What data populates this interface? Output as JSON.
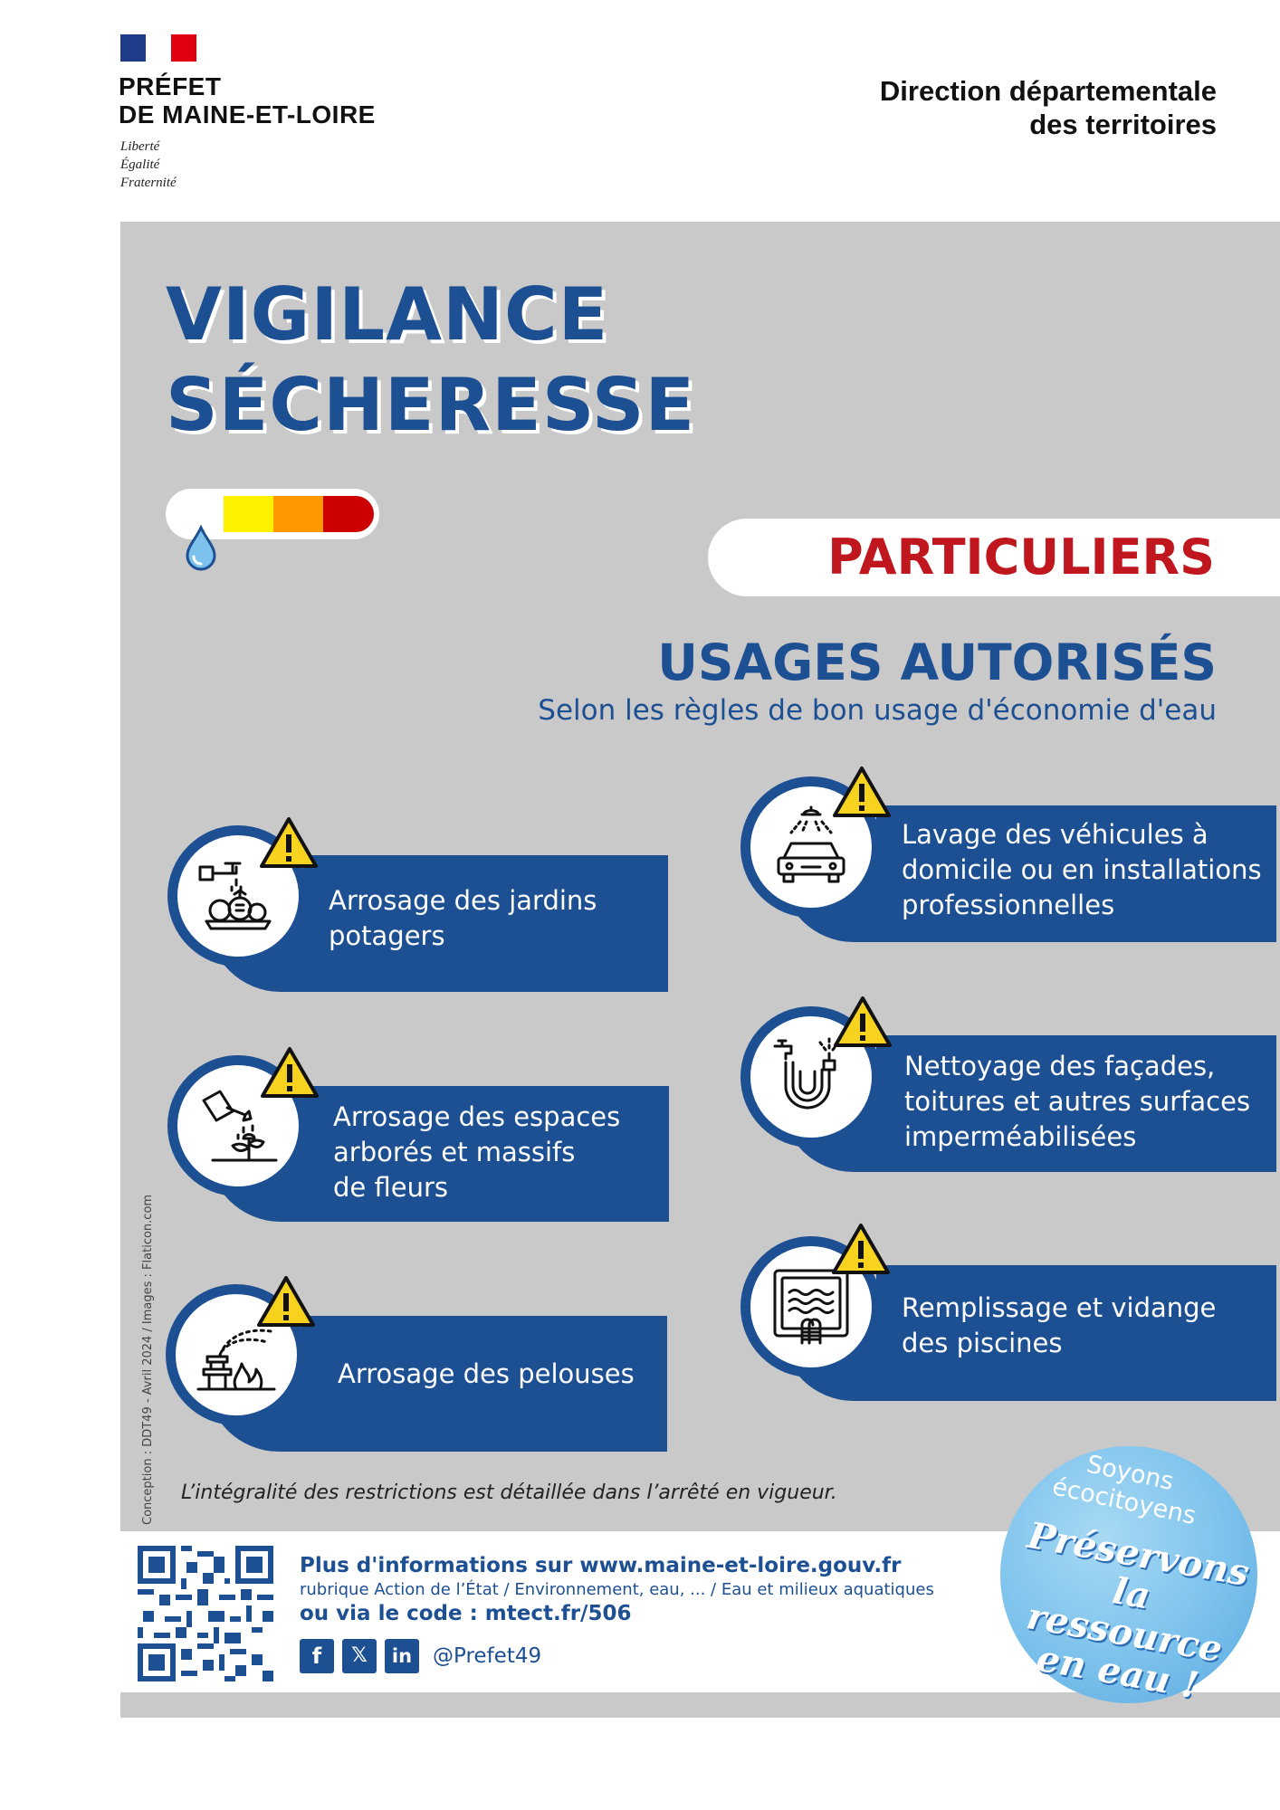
{
  "header": {
    "flag_colors": [
      "#1f3c8a",
      "#ffffff",
      "#e1000f"
    ],
    "prefet_line1": "PRÉFET",
    "prefet_line2": "DE MAINE-ET-LOIRE",
    "devise": [
      "Liberté",
      "Égalité",
      "Fraternité"
    ],
    "direction_line1": "Direction départementale",
    "direction_line2": "des territoires"
  },
  "title": {
    "line1": "VIGILANCE",
    "line2": "SÉCHERESSE"
  },
  "gauge": {
    "colors": [
      "#ffffff",
      "#fff200",
      "#ff9900",
      "#cc0000"
    ],
    "icon": "water-drop-icon"
  },
  "audience": "PARTICULIERS",
  "usages": {
    "title": "USAGES AUTORISÉS",
    "subtitle": "Selon les règles de bon usage d'économie d'eau",
    "items": [
      {
        "label": "Arrosage des jardins potagers",
        "icon": "vegetable-garden-icon"
      },
      {
        "label": "Arrosage des espaces arborés et massifs de fleurs",
        "icon": "watering-can-icon"
      },
      {
        "label": "Arrosage des pelouses",
        "icon": "sprinkler-icon"
      },
      {
        "label": "Lavage des véhicules à domicile ou en installations professionnelles",
        "icon": "car-wash-icon"
      },
      {
        "label": "Nettoyage des façades, toitures et autres surfaces imperméabilisées",
        "icon": "garden-hose-icon"
      },
      {
        "label": "Remplissage et vidange des piscines",
        "icon": "swimming-pool-icon"
      }
    ]
  },
  "footnote": "L’intégralité des restrictions est détaillée dans l’arrêté en vigueur.",
  "credit": "Conception : DDT49 - Avril 2024 / Images : Flaticon.com",
  "footer": {
    "info_line1": "Plus d'informations sur www.maine-et-loire.gouv.fr",
    "info_line2": "rubrique Action de l’État / Environnement, eau, ... / Eau et milieux aquatiques",
    "info_line3": "ou via le code :  mtect.fr/506",
    "social_icons": [
      "facebook-icon",
      "x-icon",
      "linkedin-icon"
    ],
    "handle": "@Prefet49"
  },
  "badge": {
    "line1": "Soyons",
    "line2": "écocitoyens",
    "line3": "Préservons",
    "line4": "la ressource",
    "line5": "en eau !"
  },
  "colors": {
    "primary_blue": "#1d4f93",
    "alert_red": "#c0161e",
    "panel_grey": "#c9c9c9",
    "warning_yellow": "#f7d21f"
  }
}
